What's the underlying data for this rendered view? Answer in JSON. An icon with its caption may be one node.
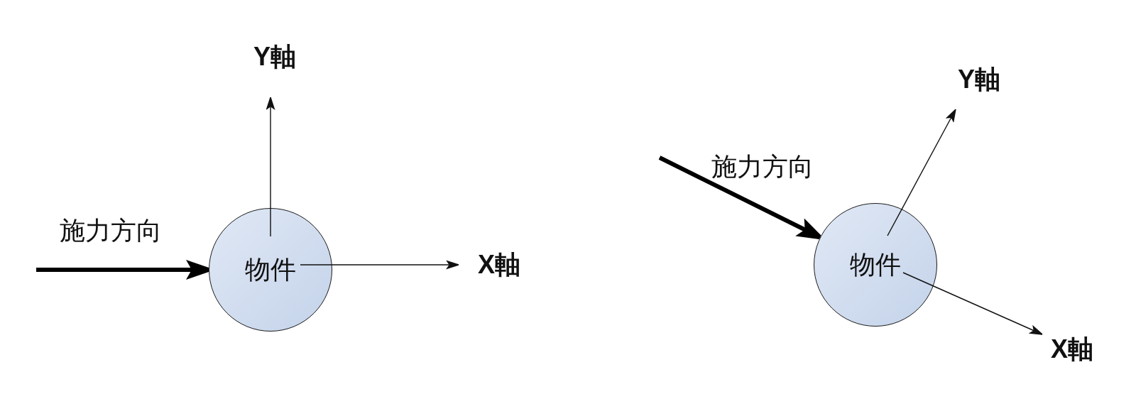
{
  "diagram": {
    "nodes": [
      {
        "text": [
          "物件"
        ]
      },
      {
        "text": [
          "物件"
        ]
      }
    ],
    "edges": [
      {
        "from": null,
        "to": 0,
        "arrow": "to",
        "label": "施力方向"
      },
      {
        "from": null,
        "to": 1,
        "arrow": "to",
        "label": "施力方向"
      }
    ],
    "labels": [
      "Y軸",
      "X軸",
      "Y軸",
      "X軸"
    ]
  }
}
